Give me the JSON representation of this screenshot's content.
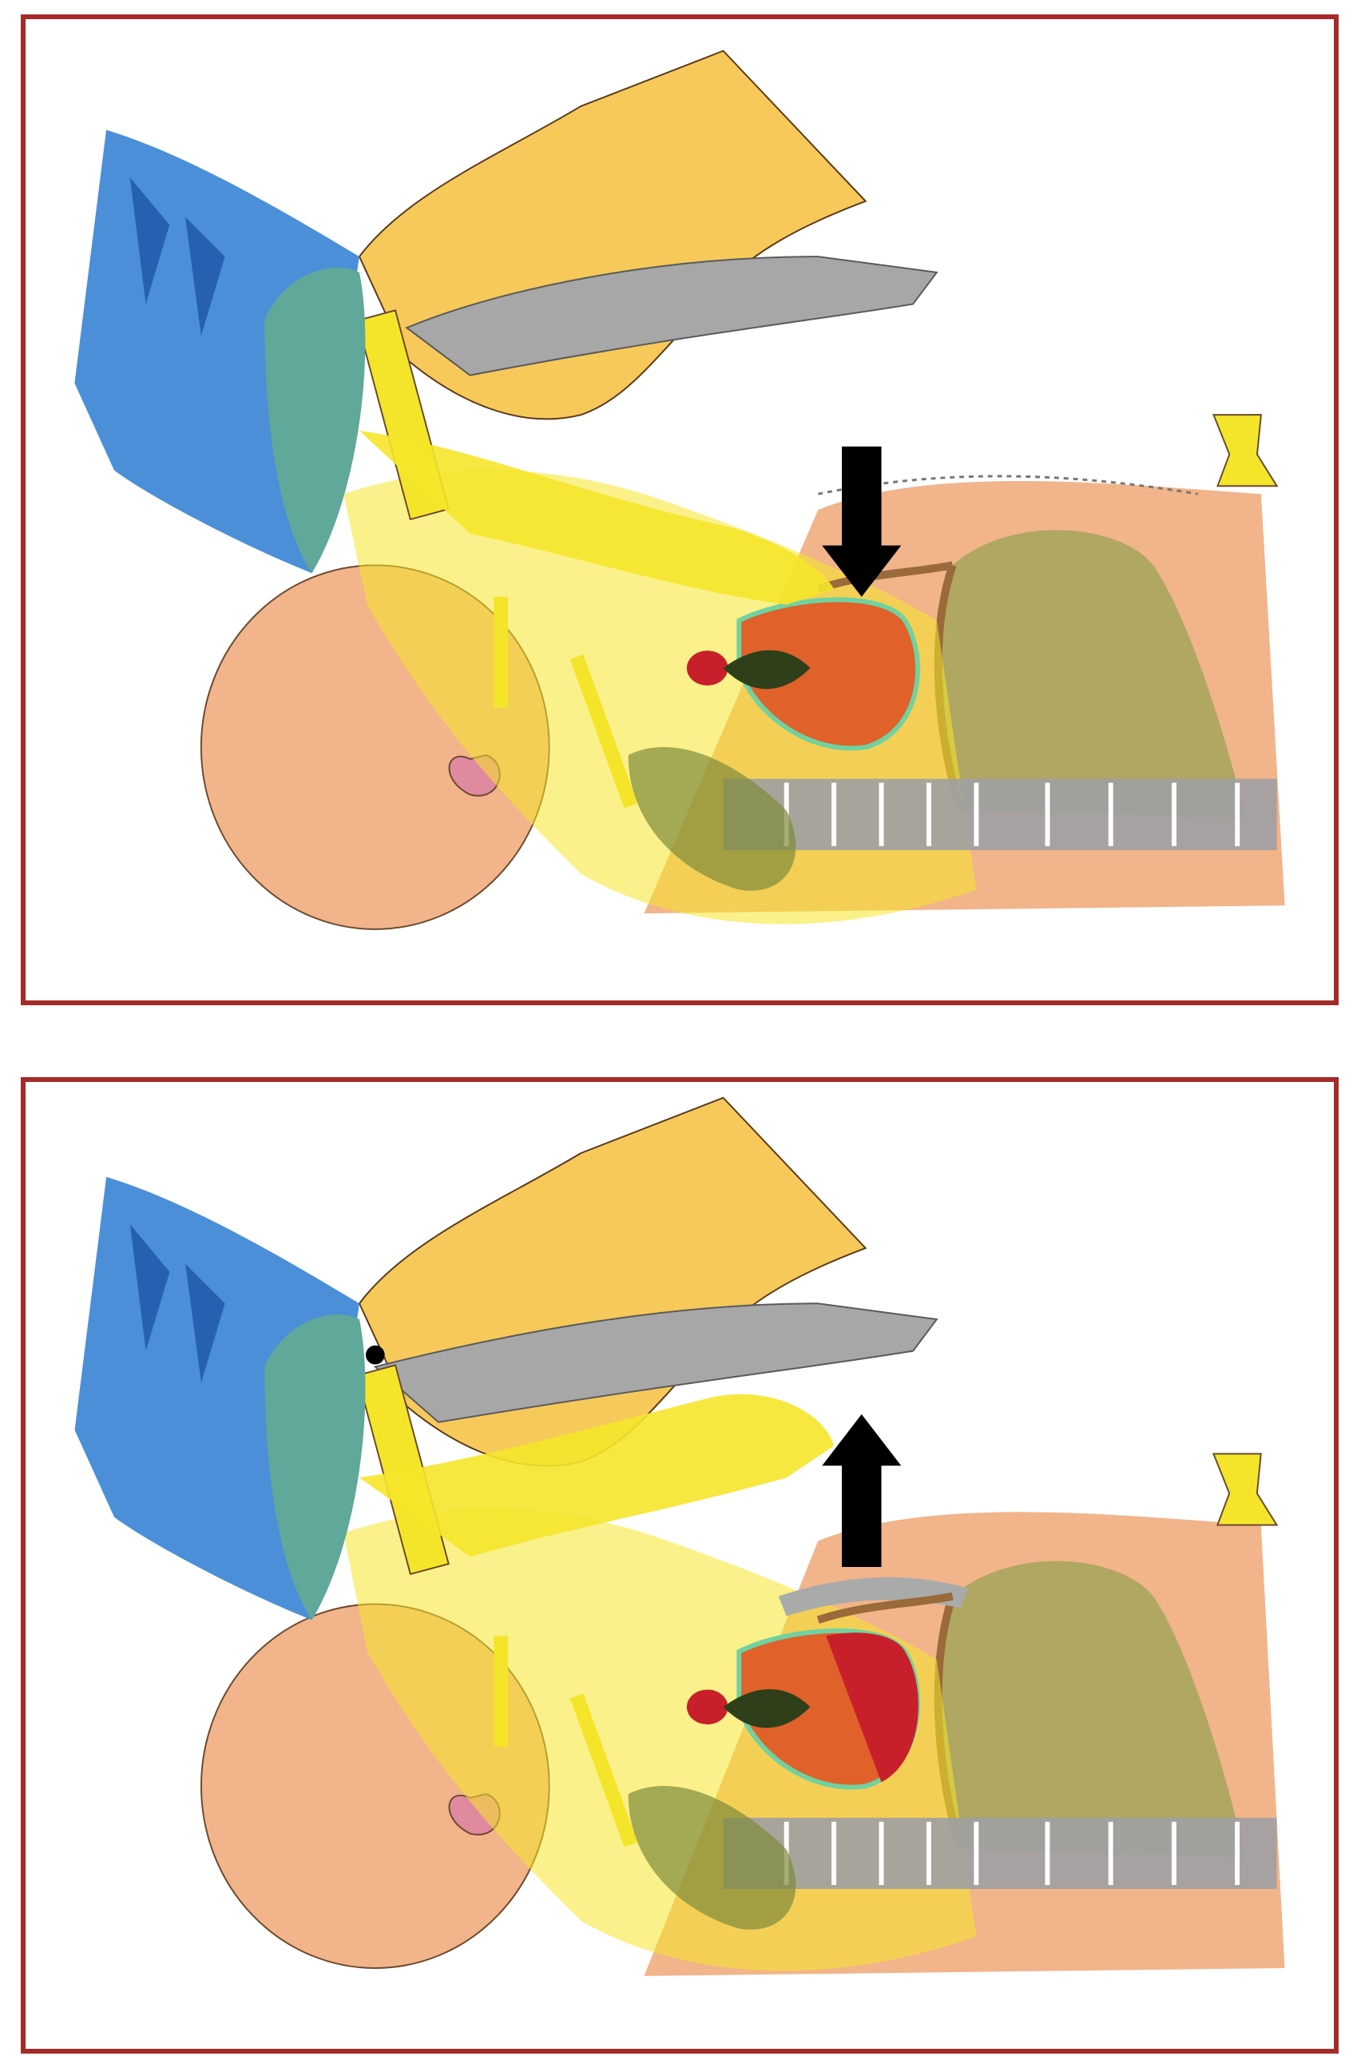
{
  "figure": {
    "panels": [
      {
        "id": "top",
        "arrow": "down",
        "arrow_icon": "arrow-down-icon"
      },
      {
        "id": "bottom",
        "arrow": "up",
        "arrow_icon": "arrow-up-icon"
      }
    ],
    "colors": {
      "frame_border": "#a52a2a",
      "background": "#ffffff",
      "skin": "#f2b48a",
      "gloved_hand": "#f6c95a",
      "gown_blue": "#4a8fd8",
      "gown_dark_blue": "#2561b0",
      "cap_teal": "#5fa89a",
      "highlight_yellow": "#f5e52a",
      "lung_olive": "#a3a55a",
      "heart_orange": "#e0612a",
      "heart_red": "#c8202a",
      "heart_dark_green": "#2f3f1a",
      "trachea_gray": "#a9aaaa",
      "spine_gray": "#9ea0a3",
      "laryngoscope_gray": "#a7a7a7",
      "arrow_black": "#000000"
    }
  }
}
